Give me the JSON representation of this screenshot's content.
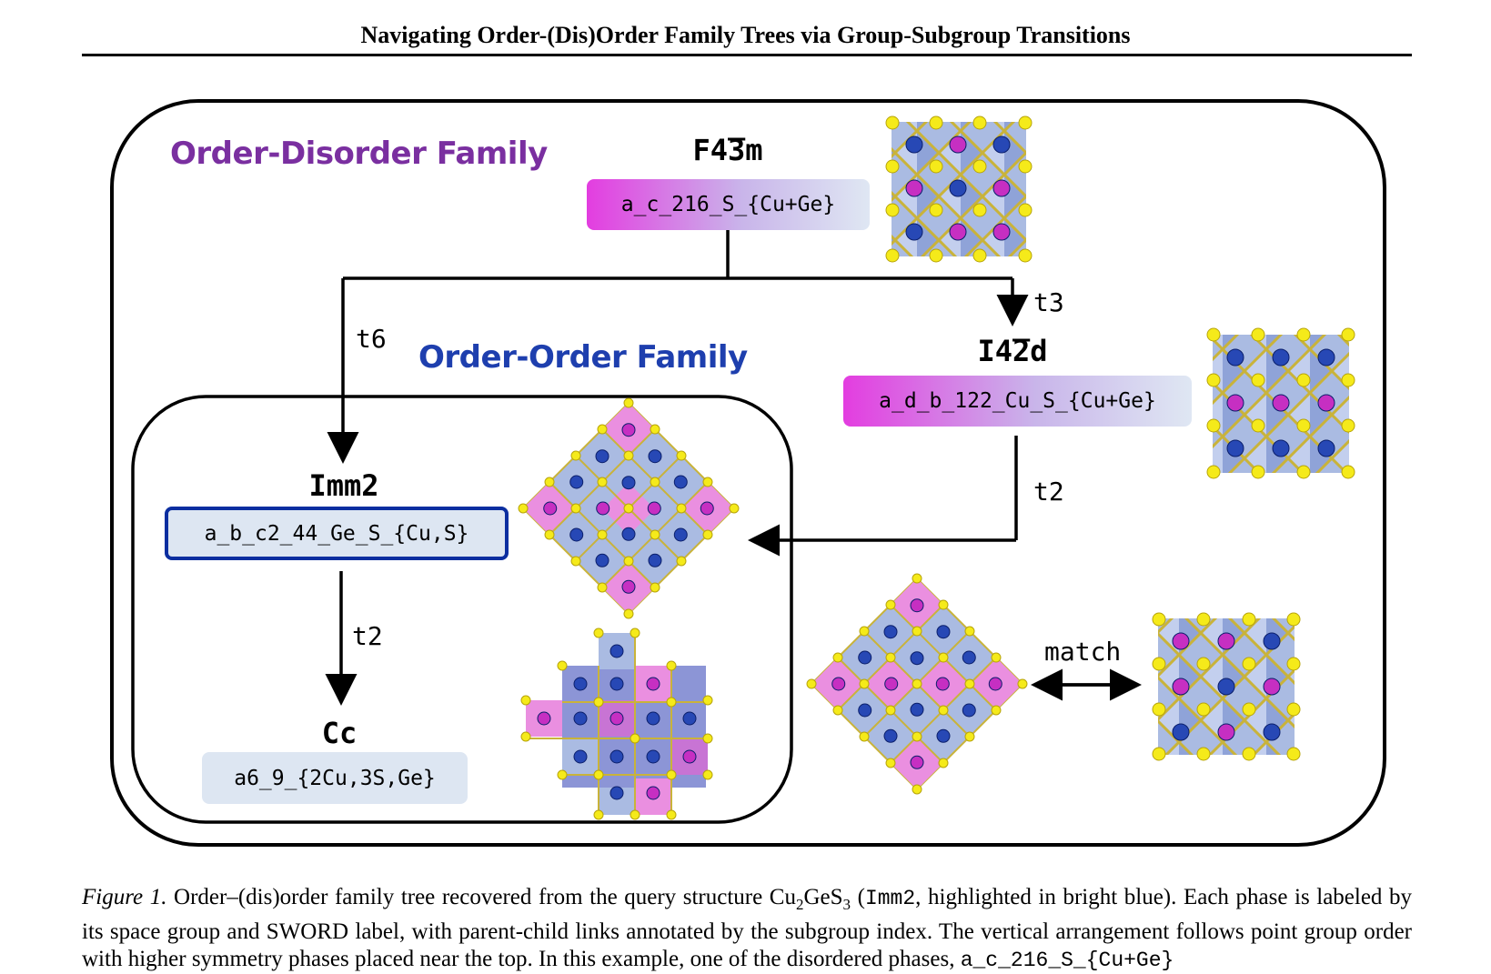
{
  "header": {
    "title": "Navigating Order-(Dis)Order Family Trees via Group-Subgroup Transitions"
  },
  "figure": {
    "order_disorder_title": "Order-Disorder Family",
    "order_order_title": "Order-Order Family",
    "colors": {
      "order_disorder": "#7a2fa0",
      "order_order": "#1e3fae",
      "query_border": "#0b2ea0",
      "magenta": "#e33de0",
      "pale_blue": "#dde6f2"
    },
    "nodes": {
      "f43m": {
        "space_group": "F4̅3m",
        "label": "a_c_216_S_{Cu+Ge}"
      },
      "i42d": {
        "space_group": "I4̅2d",
        "label": "a_d_b_122_Cu_S_{Cu+Ge}"
      },
      "imm2": {
        "space_group": "Imm2",
        "label": "a_b_c2_44_Ge_S_{Cu,S}"
      },
      "cc": {
        "space_group": "Cc",
        "label": "a6_9_{2Cu,3S,Ge}"
      }
    },
    "edges": {
      "t6": "t6",
      "t3": "t3",
      "t2_a": "t2",
      "t2_b": "t2",
      "match": "match"
    },
    "crystal_icons": [
      "cubic-crystal-icon",
      "tetragonal-crystal-icon",
      "orthorhombic-crystal-icon",
      "monoclinic-crystal-icon",
      "rotated-crystal-icon",
      "matched-cubic-crystal-icon"
    ]
  },
  "caption": {
    "prefix": "Figure 1.",
    "text_1": "Order–(dis)order family tree recovered from the query structure Cu",
    "sub_1": "2",
    "text_2": "GeS",
    "sub_2": "3",
    "text_3": "(",
    "mono_1": "Imm2",
    "text_4": ", highlighted in bright blue). Each phase is labeled by its space group and SWORD label, with parent-child links annotated by the subgroup index. The vertical arrangement follows point group order with higher symmetry phases placed near the top. In this example, one of the disordered phases,",
    "mono_2": "a_c_216_S_{Cu+Ge}"
  }
}
